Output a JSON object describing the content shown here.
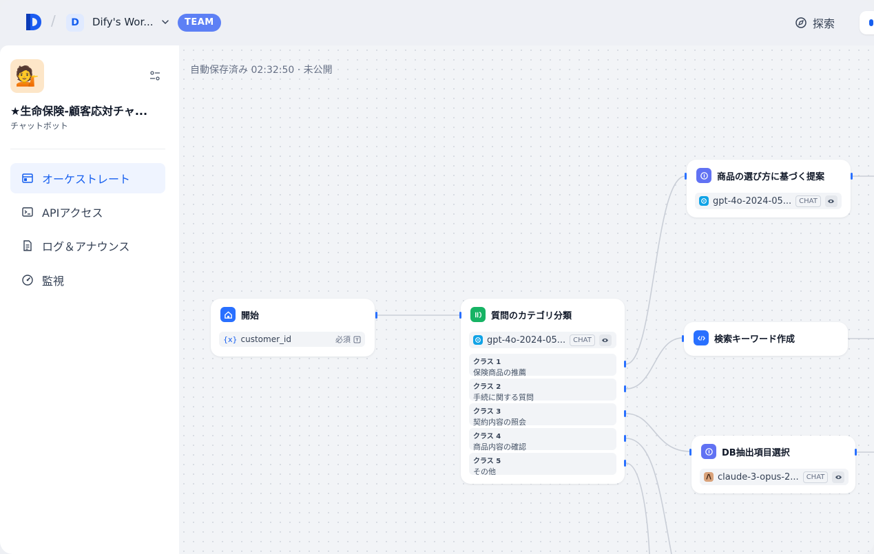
{
  "header": {
    "workspace_initial": "D",
    "workspace_name": "Dify's Wor...",
    "team_badge": "TEAM",
    "explore_label": "探索"
  },
  "sidebar": {
    "app_icon": "💁",
    "app_title": "★生命保険-顧客応対チャ...",
    "app_type": "チャットボット",
    "items": [
      {
        "label": "オーケストレート",
        "icon": "layout-icon",
        "active": true
      },
      {
        "label": "APIアクセス",
        "icon": "terminal-icon",
        "active": false
      },
      {
        "label": "ログ＆アナウンス",
        "icon": "file-icon",
        "active": false
      },
      {
        "label": "監視",
        "icon": "gauge-icon",
        "active": false
      }
    ]
  },
  "canvas": {
    "save_status": "自動保存済み 02:32:50 · 未公開",
    "nodes": {
      "start": {
        "title": "開始",
        "var_prefix": "{x}",
        "var_name": "customer_id",
        "required_label": "必須"
      },
      "classifier": {
        "title": "質問のカテゴリ分類",
        "model": "gpt-4o-2024-05...",
        "badge": "CHAT",
        "classes": [
          {
            "label": "クラス 1",
            "value": "保険商品の推薦"
          },
          {
            "label": "クラス 2",
            "value": "手続に関する質問"
          },
          {
            "label": "クラス 3",
            "value": "契約内容の照会"
          },
          {
            "label": "クラス 4",
            "value": "商品内容の確認"
          },
          {
            "label": "クラス 5",
            "value": "その他"
          }
        ]
      },
      "proposal": {
        "title": "商品の選び方に基づく提案",
        "model": "gpt-4o-2024-05...",
        "badge": "CHAT"
      },
      "keyword": {
        "title": "検索キーワード作成"
      },
      "db": {
        "title": "DB抽出項目選択",
        "model": "claude-3-opus-2...",
        "badge": "CHAT"
      }
    }
  },
  "colors": {
    "accent": "#155eef",
    "team_badge": "#5d80f5",
    "classifier_icon": "#16b364",
    "llm_icon": "#6172f3"
  }
}
